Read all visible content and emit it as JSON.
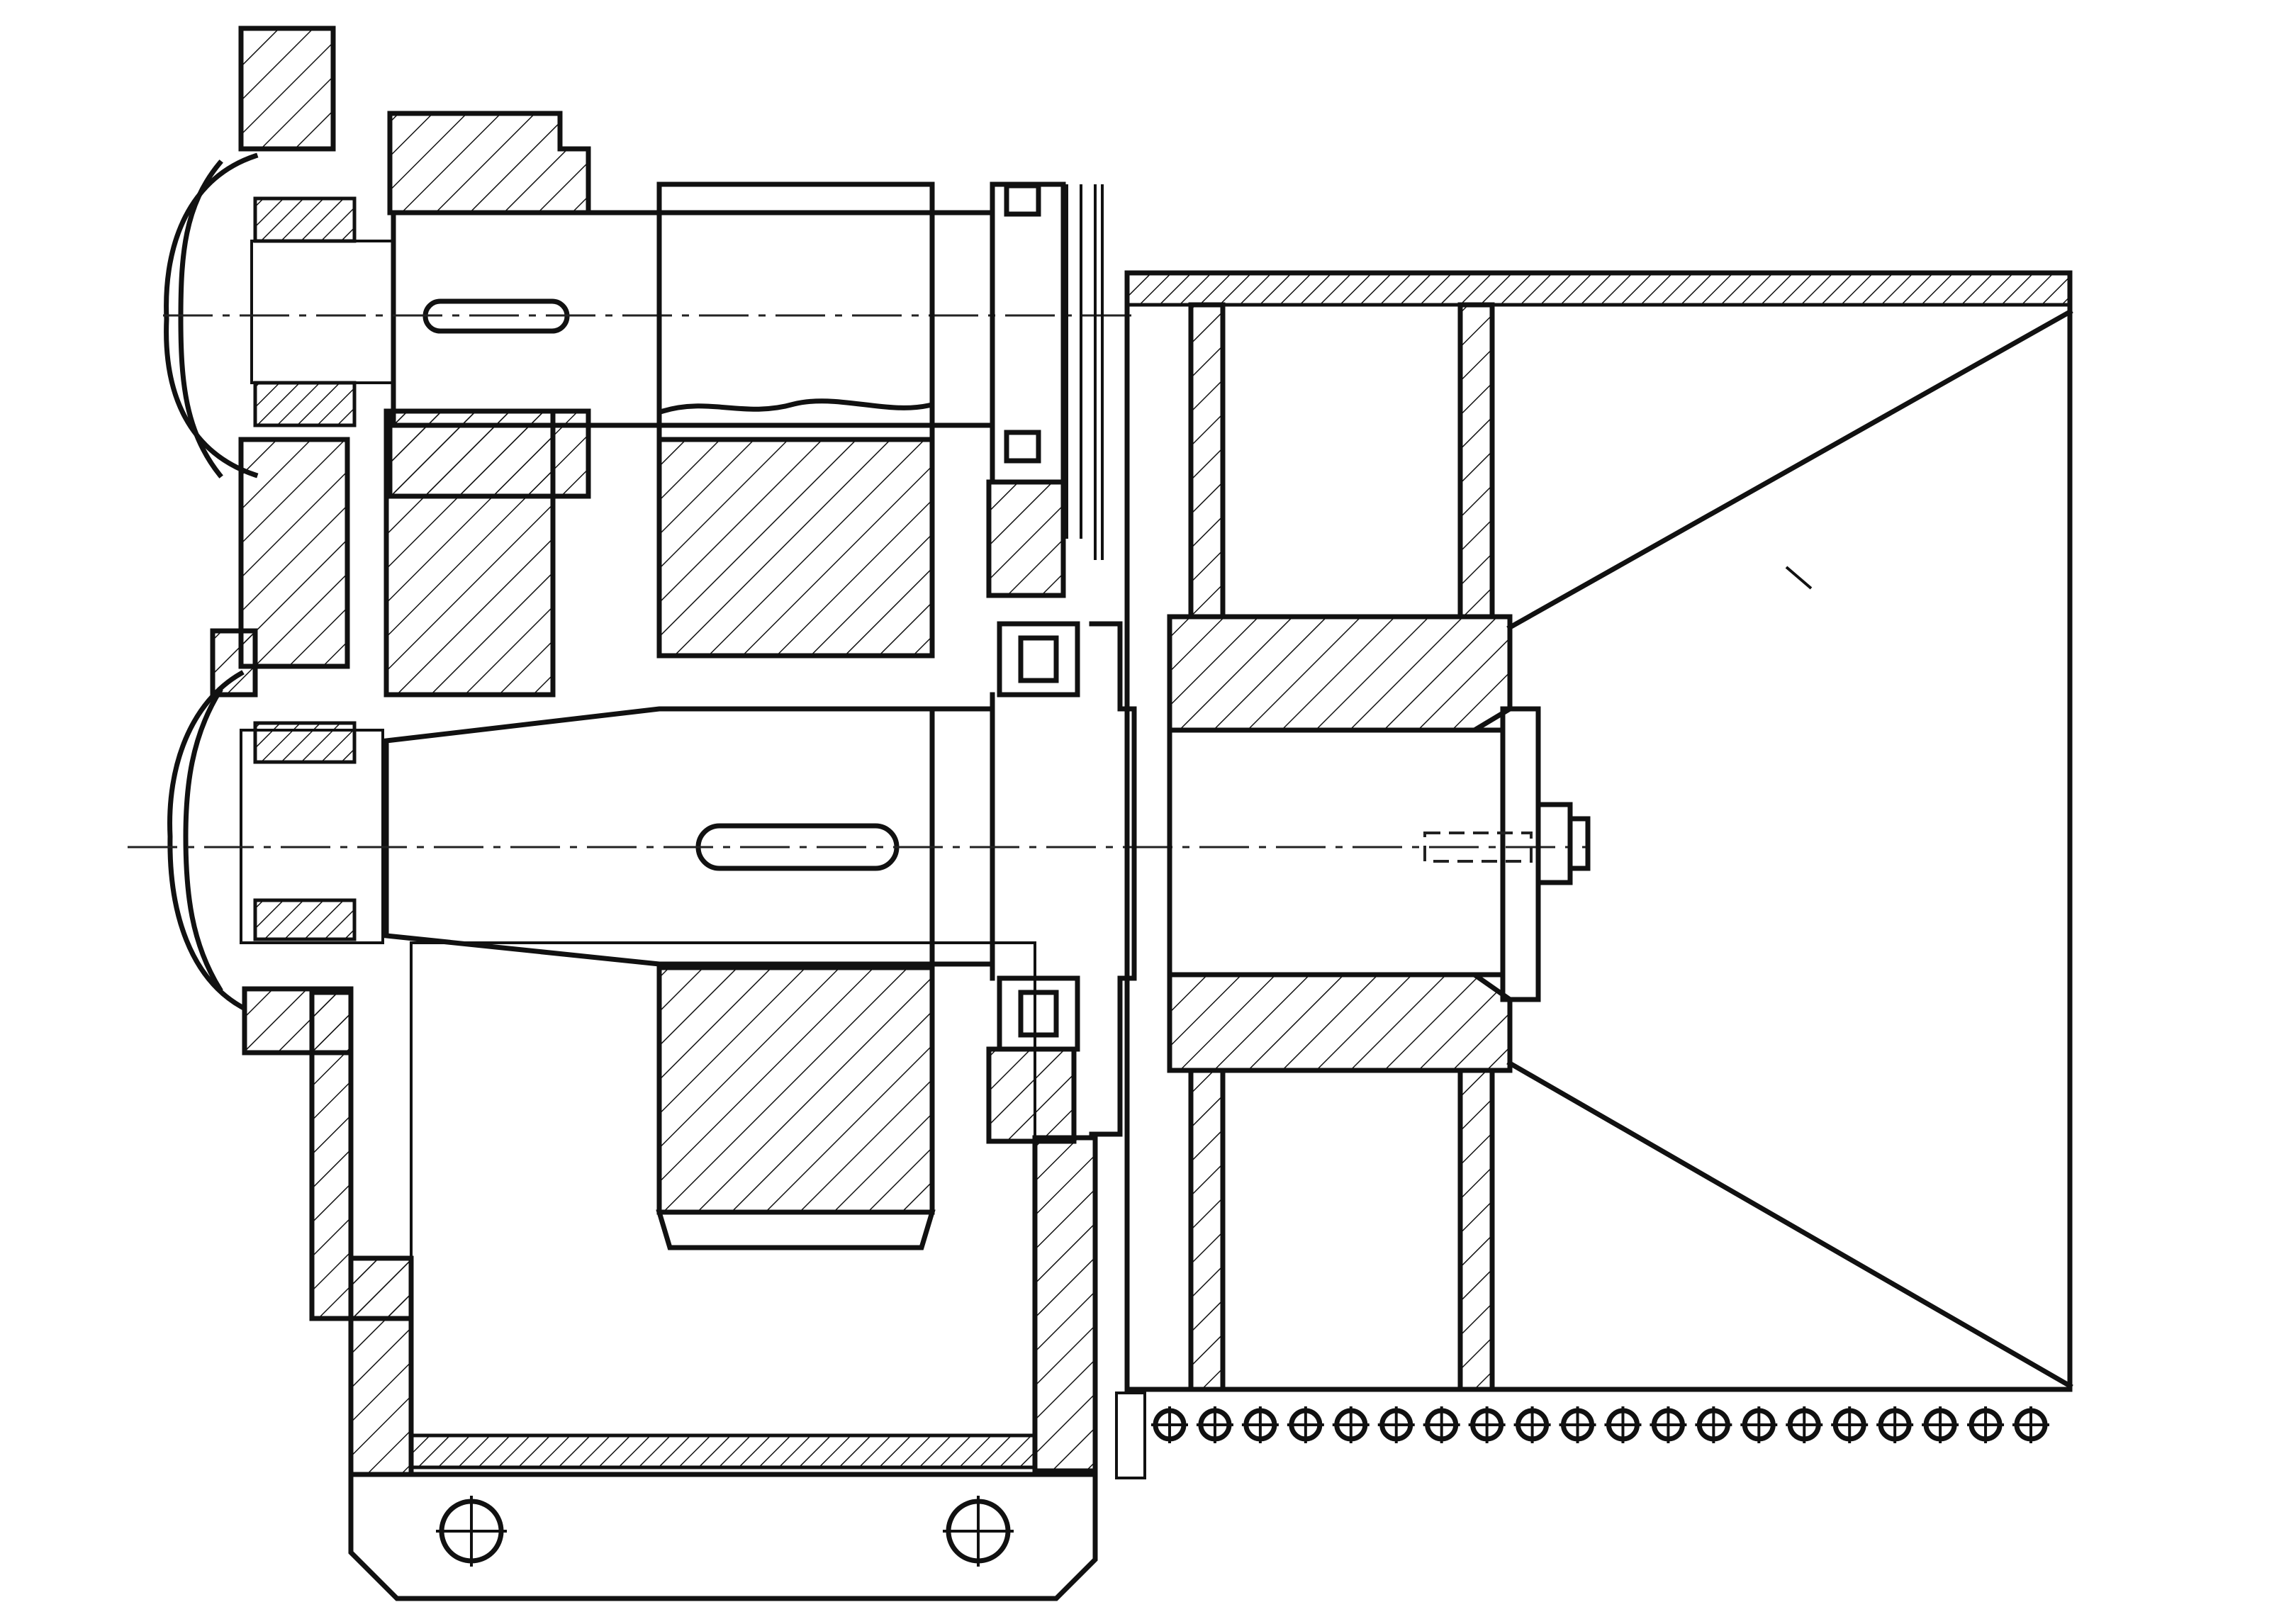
{
  "drawing": {
    "kind": "mechanical-section",
    "line_color": "#111111",
    "background": "#ffffff",
    "components": [
      "housing-base",
      "upper-shaft",
      "lower-shaft",
      "spur-gear",
      "pinion",
      "bearings",
      "bearing-caps",
      "drum-hub",
      "drum-shell",
      "chain-belt",
      "base-bolts"
    ],
    "chain_links": 20
  }
}
